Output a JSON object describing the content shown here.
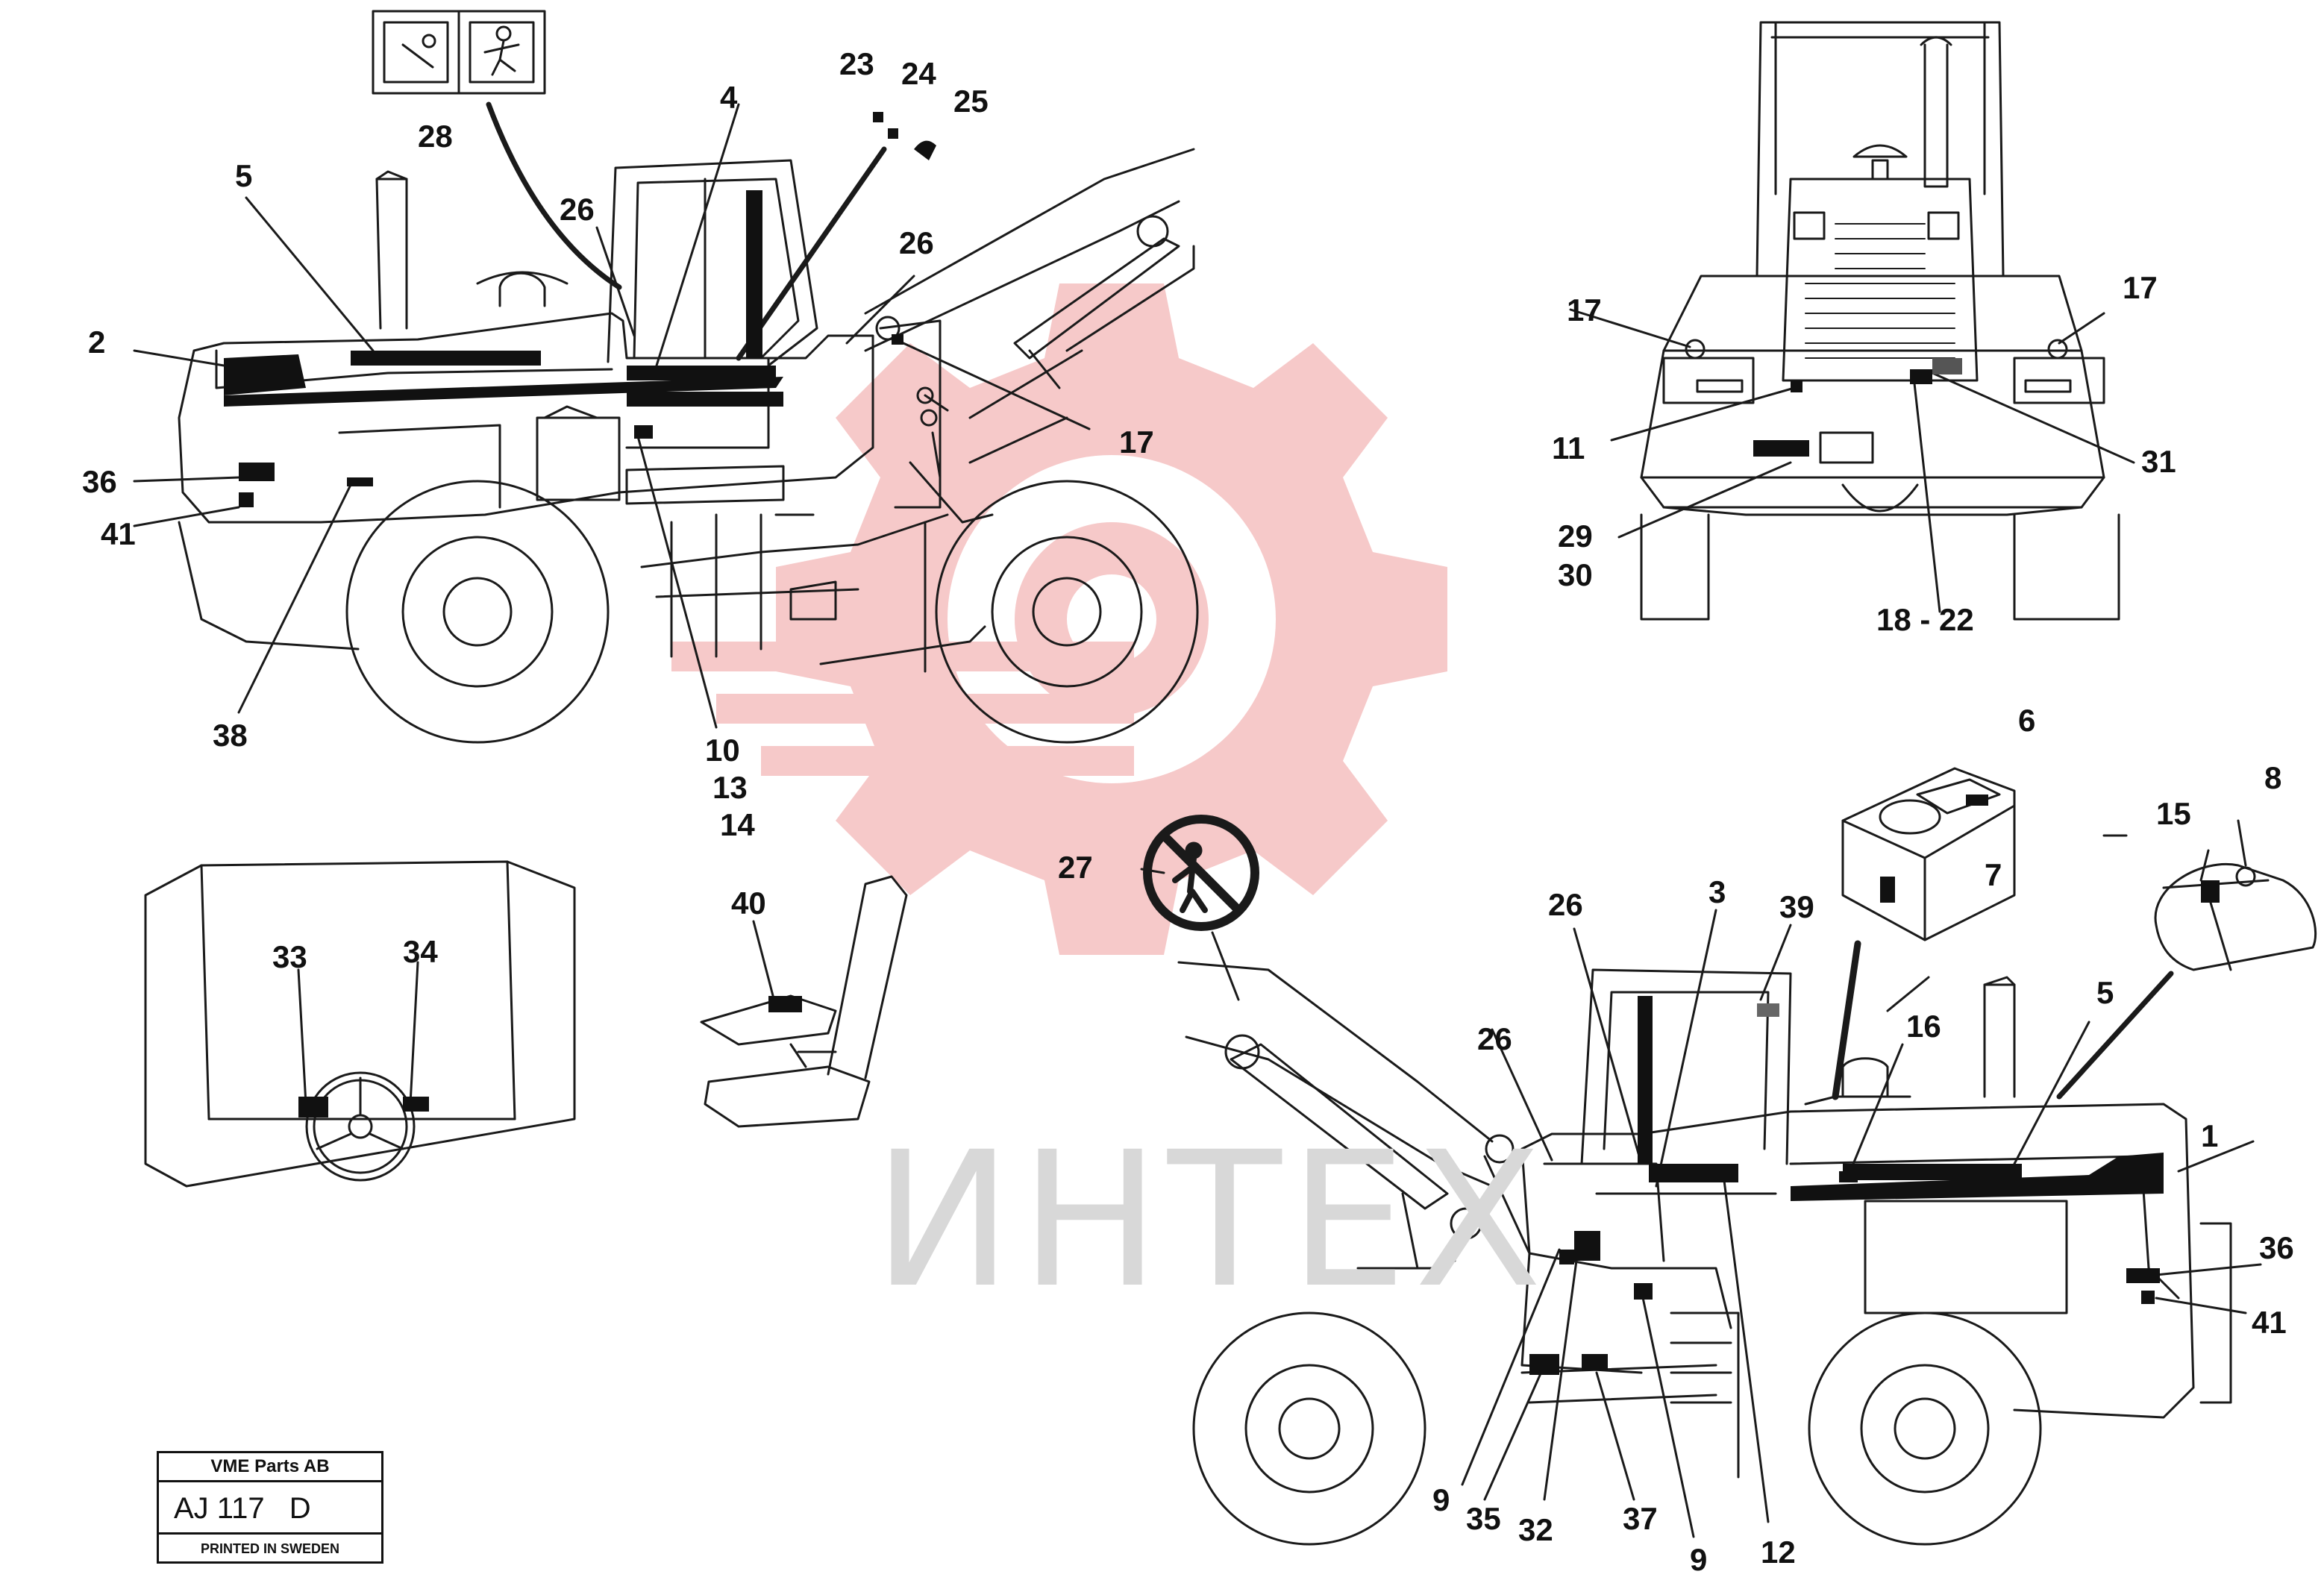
{
  "watermark": {
    "text": "ИНТЕХ",
    "gear_color": "#f6c9c9"
  },
  "title_block": {
    "company": "VME Parts AB",
    "drawing_no": "AJ 117",
    "revision": "D",
    "printed": "PRINTED IN SWEDEN"
  },
  "callouts": {
    "c1": "1",
    "c2": "2",
    "c3": "3",
    "c4": "4",
    "c5a": "5",
    "c5b": "5",
    "c6": "6",
    "c7": "7",
    "c8": "8",
    "c9a": "9",
    "c9b": "9",
    "c10": "10",
    "c11": "11",
    "c12": "12",
    "c13": "13",
    "c14": "14",
    "c15": "15",
    "c16": "16",
    "c17a": "17",
    "c17b": "17",
    "c17c": "17",
    "c18": "18 - 22",
    "c23": "23",
    "c24": "24",
    "c25": "25",
    "c26a": "26",
    "c26b": "26",
    "c26c": "26",
    "c26d": "26",
    "c27": "27",
    "c28": "28",
    "c29": "29",
    "c30": "30",
    "c31": "31",
    "c32": "32",
    "c33": "33",
    "c34": "34",
    "c35": "35",
    "c36a": "36",
    "c36b": "36",
    "c37": "37",
    "c38": "38",
    "c39": "39",
    "c40": "40",
    "c41a": "41",
    "c41b": "41"
  }
}
